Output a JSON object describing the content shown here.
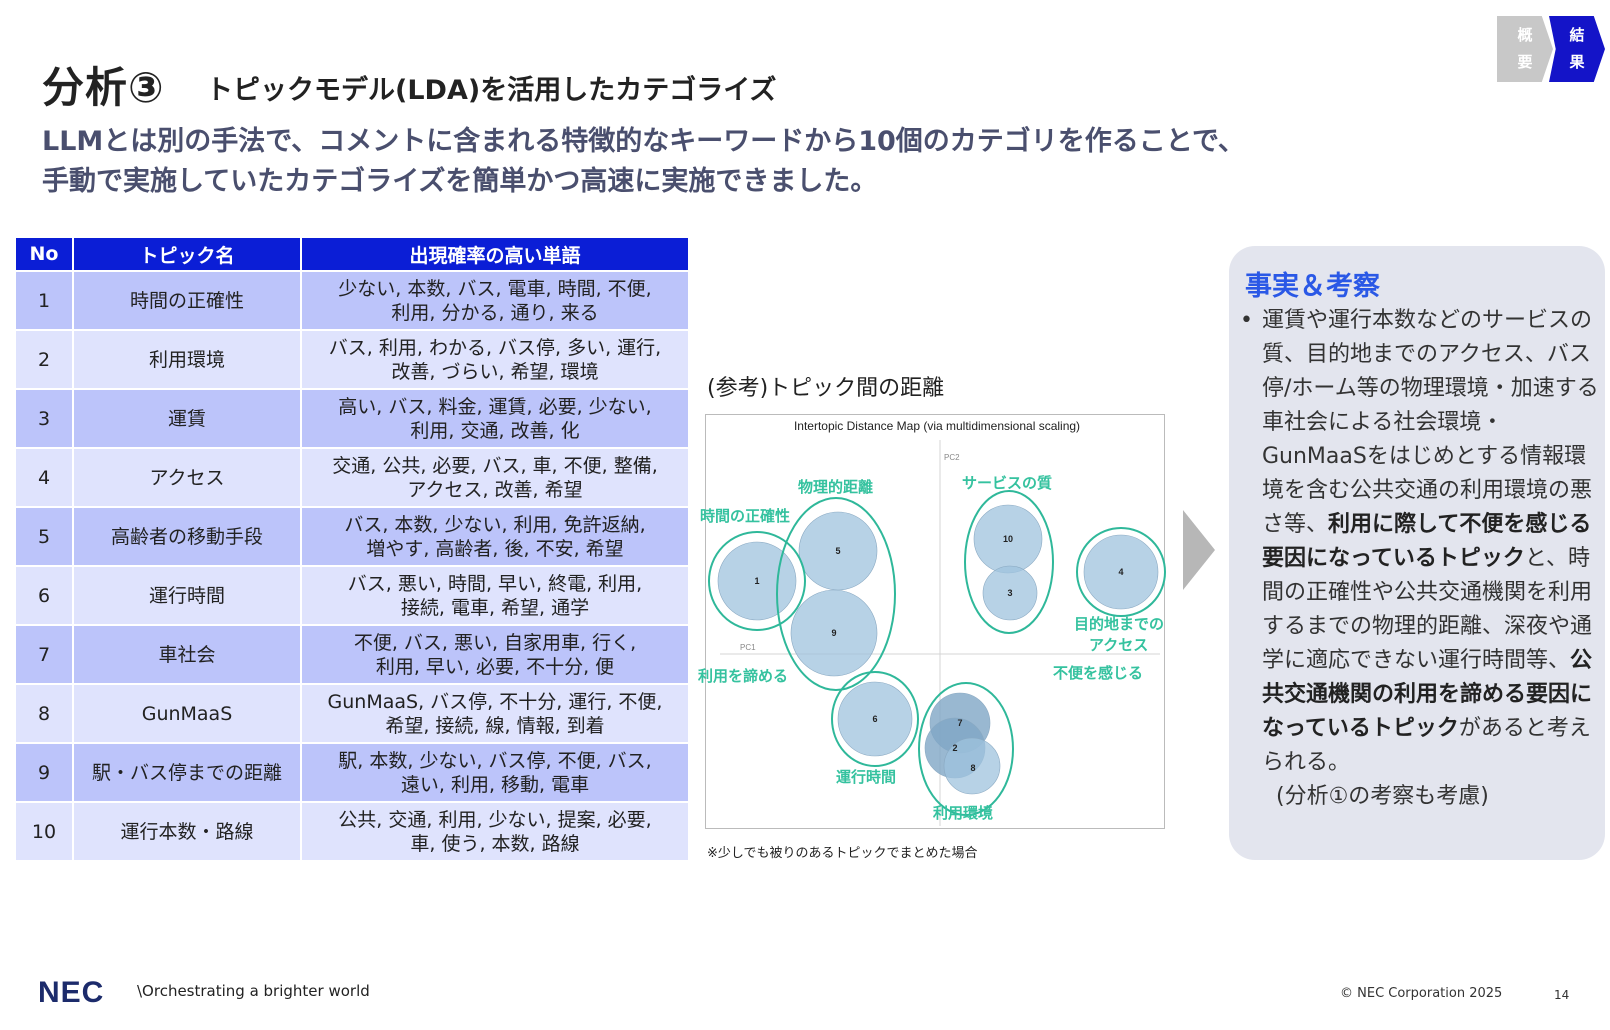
{
  "nav": {
    "tab1": [
      "概",
      "要"
    ],
    "tab2": [
      "結",
      "果"
    ],
    "colors": {
      "inactive": "#c8c8c8",
      "active": "#1414c8"
    }
  },
  "title": {
    "main": "分析③",
    "sub": "トピックモデル(LDA)を活用したカテゴライズ"
  },
  "lead": [
    "LLMとは別の手法で、コメントに含まれる特徴的なキーワードから10個のカテゴリを作ることで、",
    "手動で実施していたカテゴライズを簡単かつ高速に実施できました。"
  ],
  "table": {
    "headers": [
      "No",
      "トピック名",
      "出現確率の高い単語"
    ],
    "rows": [
      {
        "no": "1",
        "name": "時間の正確性",
        "words1": "少ない, 本数, バス, 電車, 時間, 不便,",
        "words2": "利用, 分かる, 通り, 来る"
      },
      {
        "no": "2",
        "name": "利用環境",
        "words1": "バス, 利用, わかる, バス停, 多い, 運行,",
        "words2": "改善, づらい, 希望, 環境"
      },
      {
        "no": "3",
        "name": "運賃",
        "words1": "高い, バス, 料金, 運賃, 必要, 少ない,",
        "words2": "利用, 交通, 改善, 化"
      },
      {
        "no": "4",
        "name": "アクセス",
        "words1": "交通, 公共, 必要, バス, 車, 不便, 整備,",
        "words2": "アクセス, 改善, 希望"
      },
      {
        "no": "5",
        "name": "高齢者の移動手段",
        "words1": "バス, 本数, 少ない, 利用, 免許返納,",
        "words2": "増やす, 高齢者, 後, 不安, 希望"
      },
      {
        "no": "6",
        "name": "運行時間",
        "words1": "バス, 悪い, 時間, 早い, 終電, 利用,",
        "words2": "接続, 電車, 希望, 通学"
      },
      {
        "no": "7",
        "name": "車社会",
        "words1": "不便, バス, 悪い, 自家用車, 行く,",
        "words2": "利用, 早い, 必要, 不十分, 便"
      },
      {
        "no": "8",
        "name": "GunMaaS",
        "words1": "GunMaaS, バス停, 不十分, 運行, 不便,",
        "words2": "希望, 接続, 線, 情報, 到着"
      },
      {
        "no": "9",
        "name": "駅・バス停までの距離",
        "words1": "駅, 本数, 少ない, バス停, 不便, バス,",
        "words2": "遠い, 利用, 移動, 電車"
      },
      {
        "no": "10",
        "name": "運行本数・路線",
        "words1": "公共, 交通, 利用, 少ない, 提案, 必要,",
        "words2": "車, 使う, 本数, 路線"
      }
    ]
  },
  "reference": {
    "title": "(参考)トピック間の距離",
    "note": "※少しでも被りのあるトピックでまとめた場合",
    "map": {
      "title": "Intertopic Distance Map (via multidimensional scaling)",
      "pc1": "PC1",
      "pc2": "PC2",
      "group_labels": [
        "時間の正確性",
        "物理的距離",
        "サービスの質",
        "目的地までの",
        "アクセス",
        "利用を諦める",
        "不便を感じる",
        "運行時間",
        "利用環境"
      ],
      "topic_labels": [
        "1",
        "5",
        "9",
        "10",
        "3",
        "4",
        "6",
        "7",
        "2",
        "8"
      ],
      "colors": {
        "bubble": "#9fc3dd",
        "outline": "#2fb89a",
        "label": "#35c29f"
      }
    }
  },
  "insight": {
    "title": "事実＆考察",
    "bullet": "•",
    "text1": "運賃や運行本数などのサービスの質、目的地までのアクセス、バス停/ホーム等の物理環境・加速する車社会による社会環境・GunMaaSをはじめとする情報環境を含む公共交通の利用環境の悪さ等、",
    "bold1": "利用に際して不便を感じる要因になっているトピック",
    "text2": "と、時間の正確性や公共交通機関を利用するまでの物理的距離、深夜や通学に適応できない運行時間等、",
    "bold2": "公共交通機関の利用を諦める要因になっているトピック",
    "text3": "があると考えられる。",
    "note": "(分析①の考察も考慮)",
    "accent": "#2a58e6"
  },
  "footer": {
    "logo": "NEC",
    "slogan": "\\Orchestrating a brighter world",
    "copyright": "© NEC Corporation 2025",
    "page": "14"
  }
}
